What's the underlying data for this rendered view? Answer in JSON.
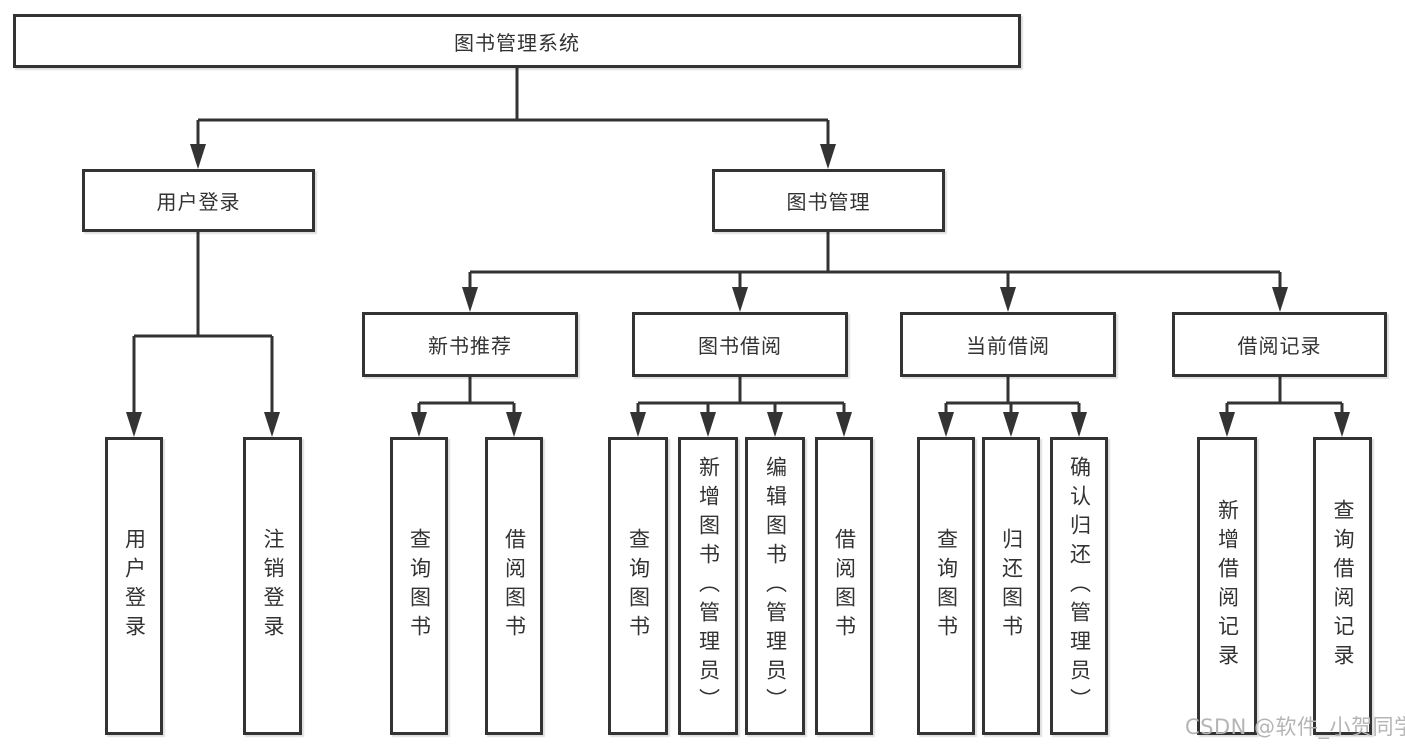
{
  "nodes": {
    "root": "图书管理系统",
    "user_login": "用户登录",
    "book_mgmt": "图书管理",
    "new_book_rec": "新书推荐",
    "book_borrow": "图书借阅",
    "current_borrow": "当前借阅",
    "borrow_records": "借阅记录",
    "leaf_user_login": "用户登录",
    "leaf_logout": "注销登录",
    "leaf_nbr_query": "查询图书",
    "leaf_nbr_borrow": "借阅图书",
    "leaf_bb_query": "查询图书",
    "leaf_bb_add": "新增图书（管理员）",
    "leaf_bb_edit": "编辑图书（管理员）",
    "leaf_bb_borrow": "借阅图书",
    "leaf_cb_query": "查询图书",
    "leaf_cb_return": "归还图书",
    "leaf_cb_confirm": "确认归还（管理员）",
    "leaf_br_add": "新增借阅记录",
    "leaf_br_query": "查询借阅记录"
  },
  "structure": {
    "图书管理系统": {
      "用户登录": [
        "用户登录",
        "注销登录"
      ],
      "图书管理": {
        "新书推荐": [
          "查询图书",
          "借阅图书"
        ],
        "图书借阅": [
          "查询图书",
          "新增图书（管理员）",
          "编辑图书（管理员）",
          "借阅图书"
        ],
        "当前借阅": [
          "查询图书",
          "归还图书",
          "确认归还（管理员）"
        ],
        "借阅记录": [
          "新增借阅记录",
          "查询借阅记录"
        ]
      }
    }
  },
  "watermark": "CSDN @软件_小贺同学",
  "colors": {
    "line": "#333333",
    "border": "#333333",
    "fill": "#ffffff",
    "text": "#333333",
    "watermark": "#b5b5b5"
  }
}
